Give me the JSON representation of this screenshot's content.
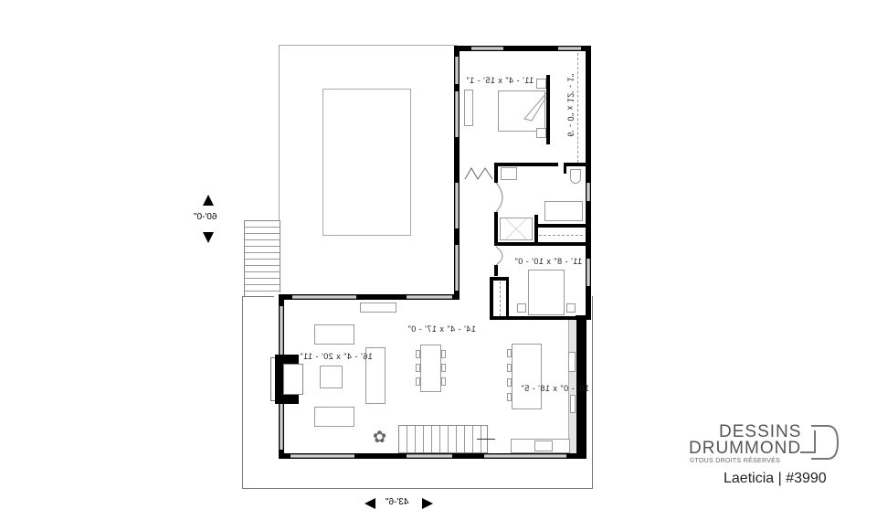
{
  "plan": {
    "rooms": {
      "master_bedroom": {
        "dims": "11' - 4\" x 15' - 1\""
      },
      "walk_in_closet": {
        "dims": "6' - 0\" x 12' - 1\""
      },
      "bedroom_2": {
        "dims": "11' - 8\" x 10' - 0\""
      },
      "living_room": {
        "dims": "16' - 4\" x 20' - 11\""
      },
      "dining_room": {
        "dims": "14' - 4\" x 17' - 0\""
      },
      "kitchen": {
        "dims": "10' - 0\" x 18' - 5\""
      }
    },
    "overall_dimensions": {
      "depth": "60'-0\"",
      "width": "43'-6\""
    }
  },
  "branding": {
    "line1": "DESSINS",
    "line2": "DRUMMOND",
    "copyright": "©TOUS DROITS RÉSERVÉS",
    "plan_name": "Laeticia | #3990"
  }
}
